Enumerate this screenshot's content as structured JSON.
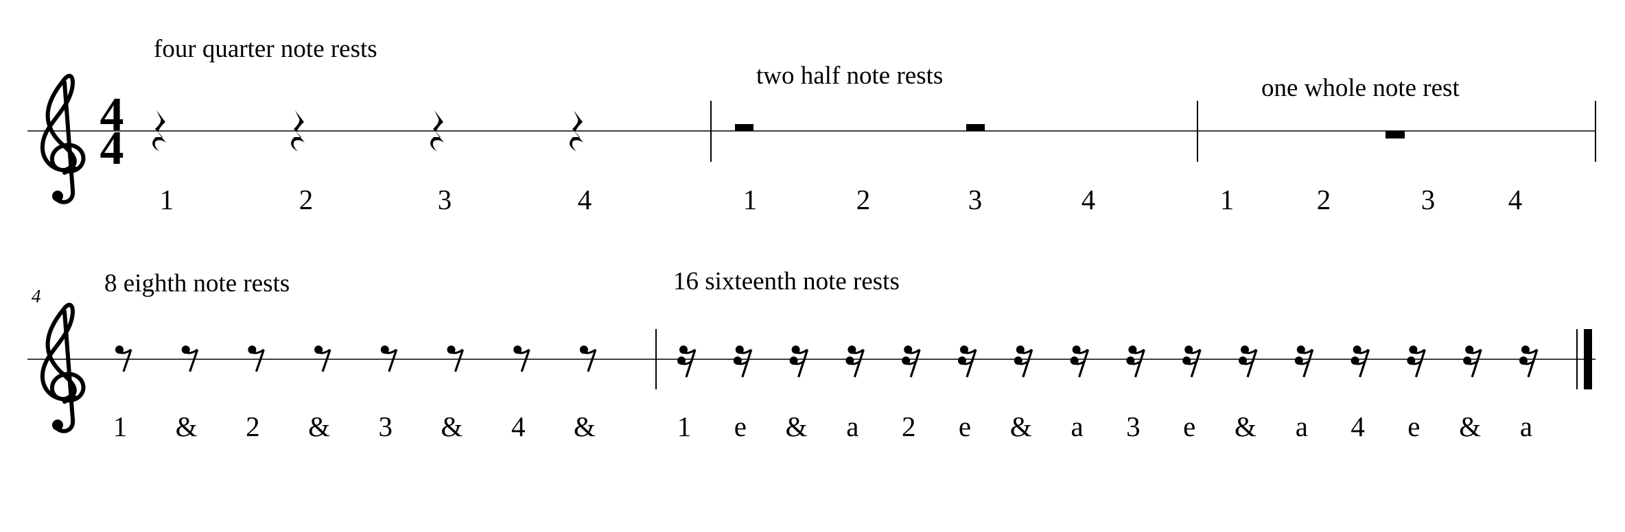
{
  "systems": [
    {
      "measure_number": "",
      "time_signature": {
        "top": "4",
        "bottom": "4"
      },
      "measures": [
        {
          "label": "four quarter note rests",
          "rest": "quarter",
          "counts": [
            "1",
            "2",
            "3",
            "4"
          ]
        },
        {
          "label": "two half note rests",
          "rest": "half",
          "counts": [
            "1",
            "2",
            "3",
            "4"
          ]
        },
        {
          "label": "one whole note rest",
          "rest": "whole",
          "counts": [
            "1",
            "2",
            "3",
            "4"
          ]
        }
      ]
    },
    {
      "measure_number": "4",
      "measures": [
        {
          "label": "8 eighth note rests",
          "rest": "eighth",
          "counts": [
            "1",
            "&",
            "2",
            "&",
            "3",
            "&",
            "4",
            "&"
          ]
        },
        {
          "label": "16 sixteenth note rests",
          "rest": "sixteenth",
          "counts": [
            "1",
            "e",
            "&",
            "a",
            "2",
            "e",
            "&",
            "a",
            "3",
            "e",
            "&",
            "a",
            "4",
            "e",
            "&",
            "a"
          ]
        }
      ]
    }
  ]
}
